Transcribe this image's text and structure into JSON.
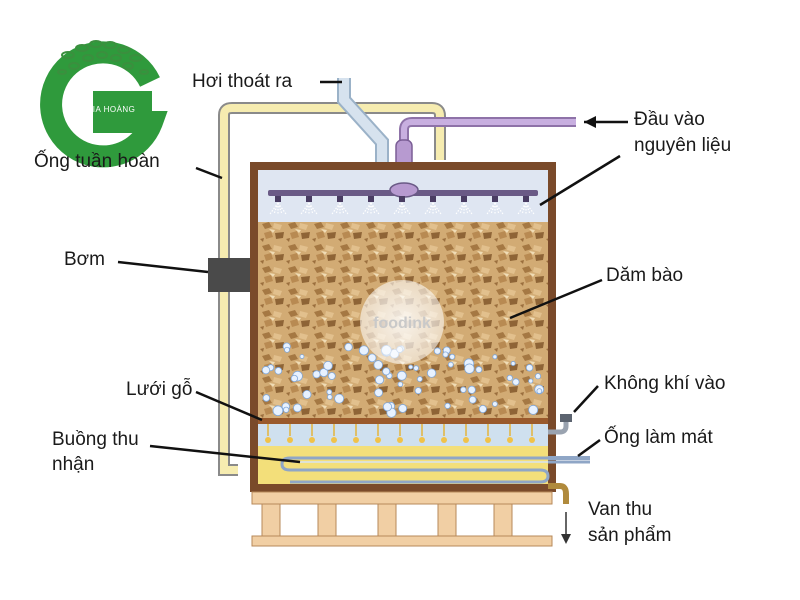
{
  "logo": {
    "brand": "GIA HOÀNG",
    "letter": "G"
  },
  "watermark": {
    "text": "foodink"
  },
  "labels": {
    "steam_out": "Hơi thoát ra",
    "feed_in_line1": "Đầu vào",
    "feed_in_line2": "nguyên liệu",
    "circulation_pipe": "Ống tuần hoàn",
    "pump": "Bơm",
    "wood_shavings": "Dăm bào",
    "wood_mesh": "Lưới gỗ",
    "air_in": "Không khí vào",
    "collection_chamber_line1": "Buồng thu",
    "collection_chamber_line2": "nhận",
    "cooling_pipe": "Ống làm mát",
    "product_valve_line1": "Van thu",
    "product_valve_line2": "sản phẩm"
  },
  "colors": {
    "tank_outline": "#7a4a2a",
    "shavings": "#c9a06a",
    "pipe_purple": "#b79ad0",
    "circulation": "#f6ecb0",
    "collector": "#f3df7a",
    "stand": "#f1cfa4",
    "pump": "#444444",
    "logo_green": "#2f9a3c"
  }
}
